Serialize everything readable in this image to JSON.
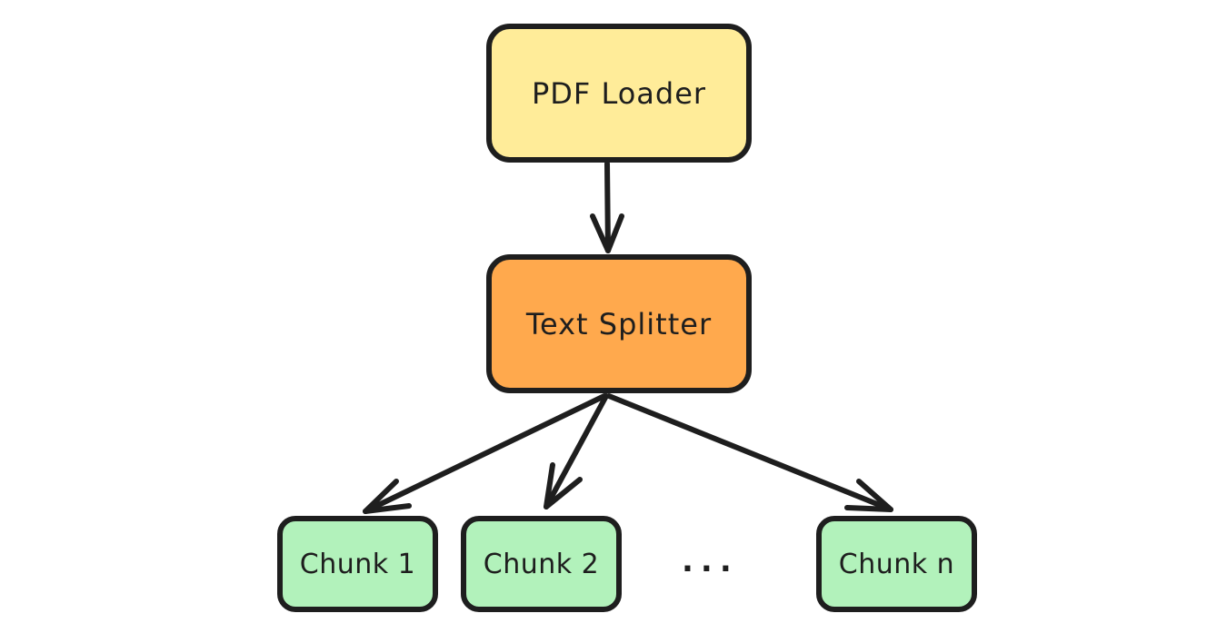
{
  "diagram": {
    "style": "hand-drawn flowchart",
    "nodes": [
      {
        "id": "pdf_loader",
        "label": "PDF Loader",
        "fill": "#ffec99"
      },
      {
        "id": "text_splitter",
        "label": "Text Splitter",
        "fill": "#ffa94d"
      },
      {
        "id": "chunk_1",
        "label": "Chunk 1",
        "fill": "#b2f2bb"
      },
      {
        "id": "chunk_2",
        "label": "Chunk 2",
        "fill": "#b2f2bb"
      },
      {
        "id": "chunk_n",
        "label": "Chunk n",
        "fill": "#b2f2bb"
      }
    ],
    "ellipsis": "...",
    "edges": [
      {
        "from": "pdf_loader",
        "to": "text_splitter"
      },
      {
        "from": "text_splitter",
        "to": "chunk_1"
      },
      {
        "from": "text_splitter",
        "to": "chunk_2"
      },
      {
        "from": "text_splitter",
        "to": "chunk_n"
      }
    ],
    "stroke_color": "#1e1e1e"
  }
}
